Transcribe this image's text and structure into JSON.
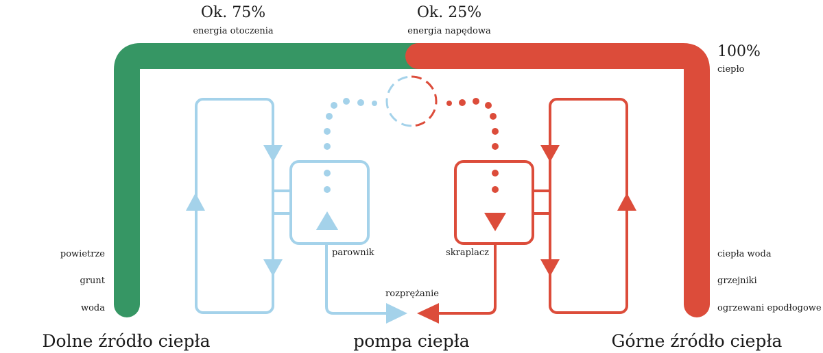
{
  "colors": {
    "ambient": "#369664",
    "drive": "#dc4c3a",
    "cold_loop": "#a4d2ea",
    "hot_loop": "#dc4c3a"
  },
  "top": {
    "ambient_percent": "Ok. 75%",
    "ambient_caption": "energia otoczenia",
    "drive_percent": "Ok. 25%",
    "drive_caption": "energia napędowa",
    "total_percent": "100%",
    "total_caption": "ciepło"
  },
  "lower_source": {
    "items": [
      "powietrze",
      "grunt",
      "woda"
    ],
    "title": "Dolne źródło ciepła"
  },
  "upper_source": {
    "items": [
      "ciepła woda",
      "grzejniki",
      "ogrzewani epodłogowe"
    ],
    "title": "Górne źródło ciepła"
  },
  "heat_pump": {
    "evaporator": "parownik",
    "condenser": "skraplacz",
    "expansion": "rozprężanie",
    "title": "pompa ciepła"
  },
  "icons": {
    "compressor": "compressor-circle-icon",
    "flow_arrow": "triangle-arrow-icon"
  }
}
